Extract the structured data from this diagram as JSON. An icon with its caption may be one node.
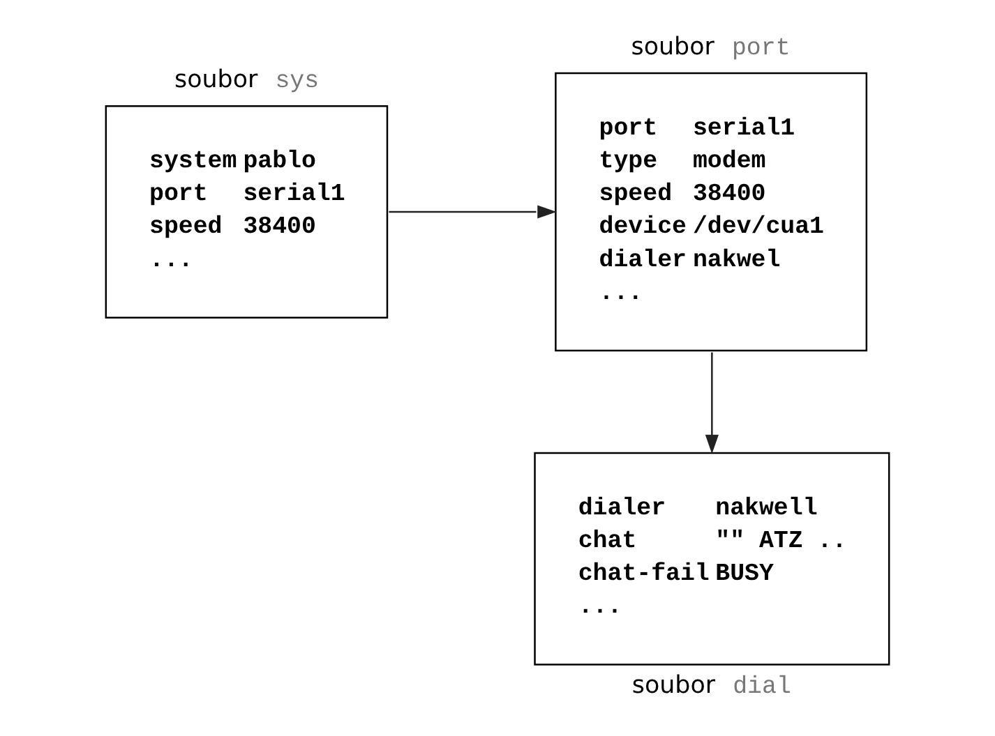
{
  "diagram": {
    "nodes": [
      {
        "text": [
          "soubor sys",
          "system pablo",
          "port serial1",
          "speed 38400",
          "..."
        ]
      },
      {
        "text": [
          "soubor port",
          "port serial1",
          "type modem",
          "speed 38400",
          "device /dev/cua1",
          "dialer nakwel",
          "..."
        ]
      },
      {
        "text": [
          "dialer nakwell",
          "chat \"\" ATZ ..",
          "chat-fail BUSY",
          "...",
          "soubor dial"
        ]
      }
    ],
    "edges": [
      {
        "from": 0,
        "to": 1,
        "arrow": "to"
      },
      {
        "from": 1,
        "to": 2,
        "arrow": "to"
      }
    ]
  }
}
